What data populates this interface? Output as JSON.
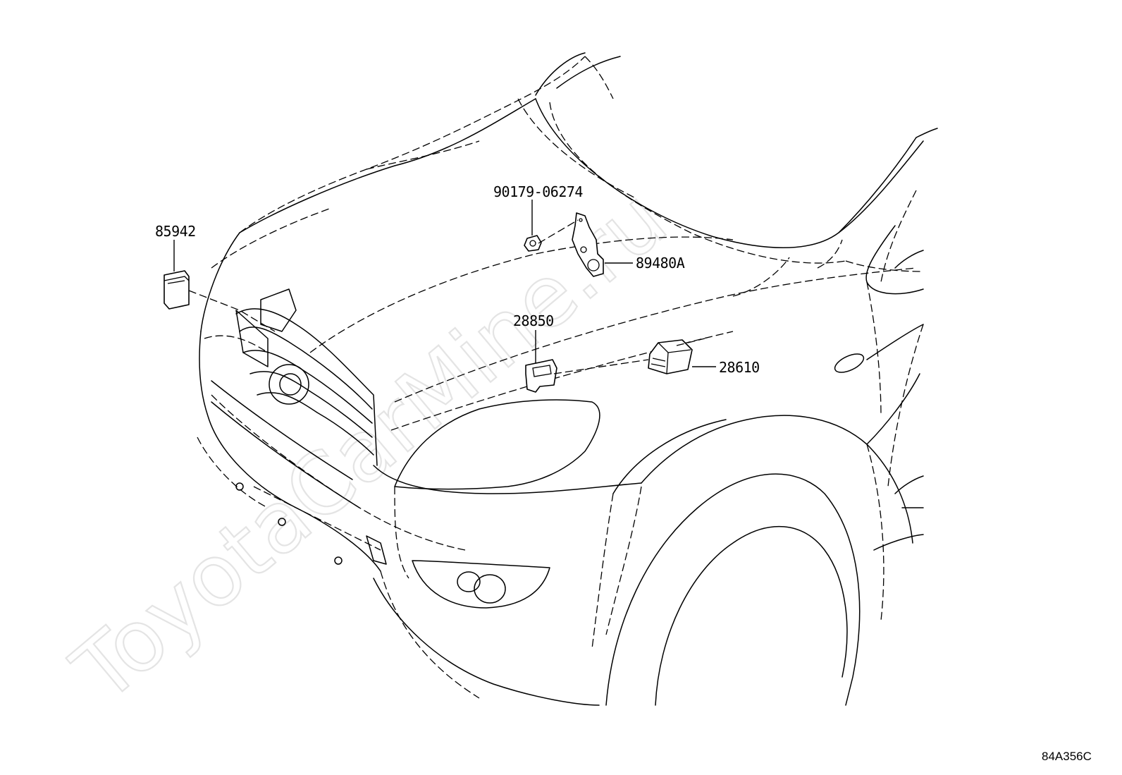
{
  "diagram": {
    "watermark": "ToyotaCarMine.ru",
    "drawing_code": "84A356C",
    "callouts": [
      {
        "id": "c1",
        "label": "85942"
      },
      {
        "id": "c2",
        "label": "90179-06274"
      },
      {
        "id": "c3",
        "label": "89480A"
      },
      {
        "id": "c4",
        "label": "28850"
      },
      {
        "id": "c5",
        "label": "28610"
      }
    ]
  }
}
